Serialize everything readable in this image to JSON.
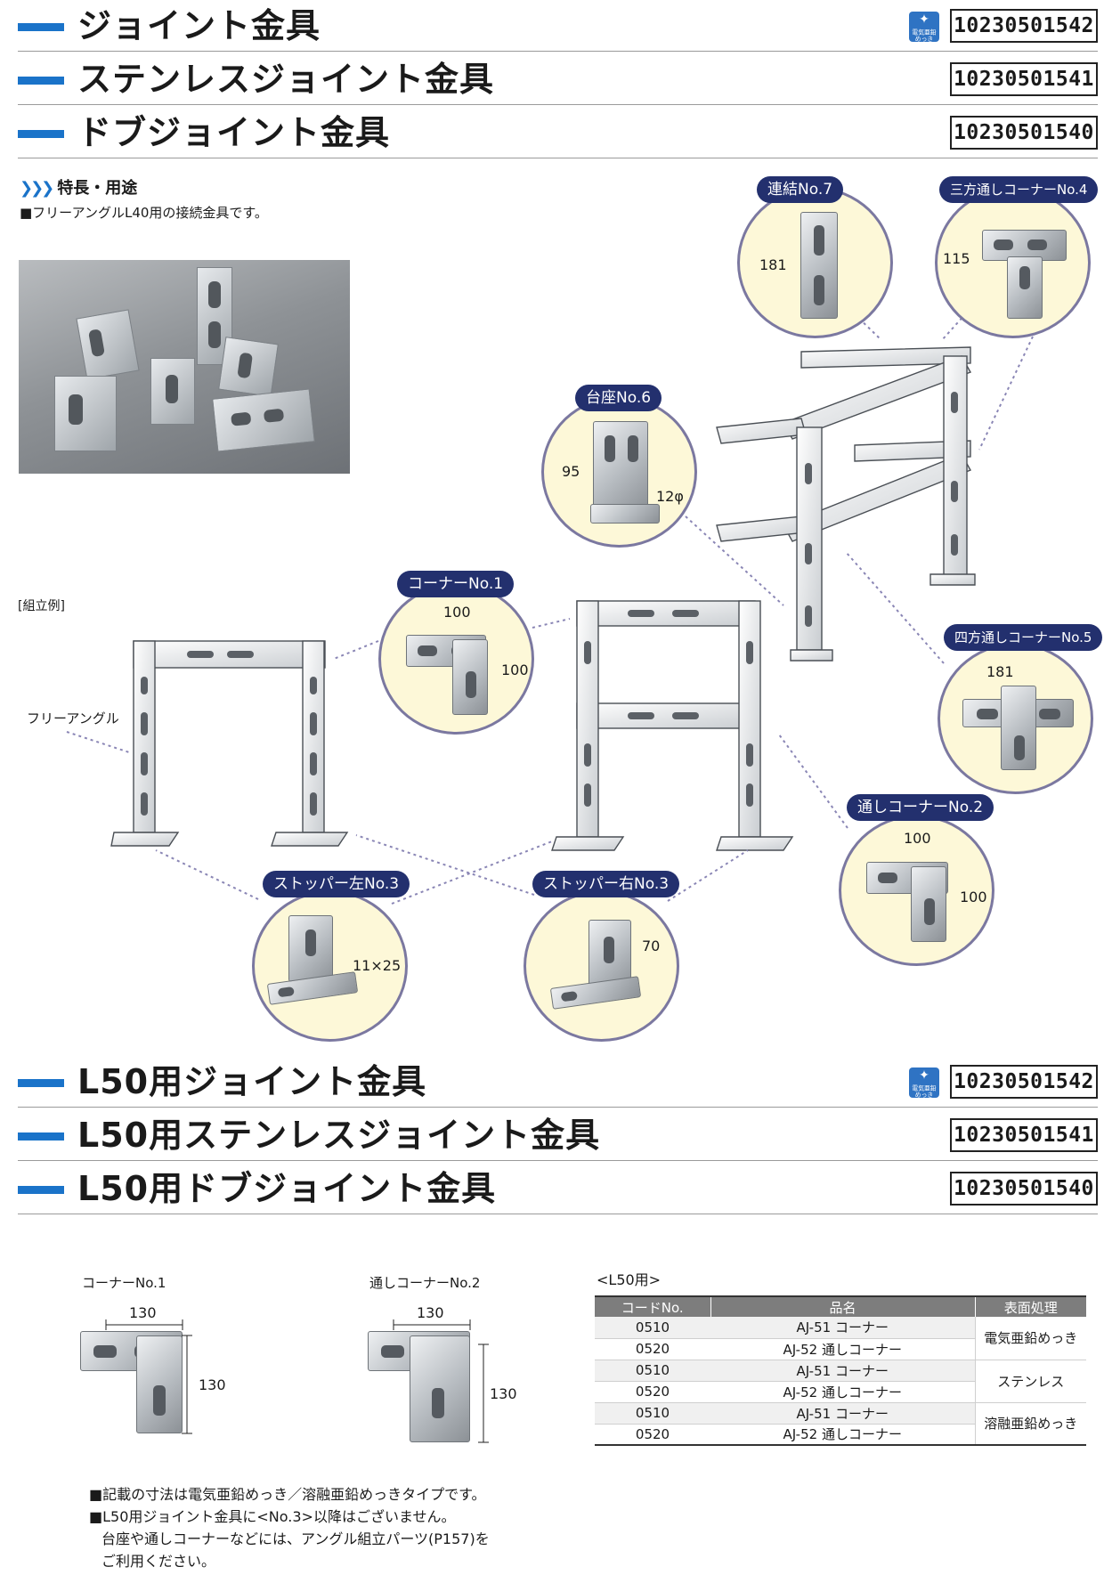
{
  "titles_top": [
    {
      "text": "ジョイント金具",
      "code": "10230501542",
      "badge": true
    },
    {
      "text": "ステンレスジョイント金具",
      "code": "10230501541",
      "badge": false
    },
    {
      "text": "ドブジョイント金具",
      "code": "10230501540",
      "badge": false
    }
  ],
  "badge_text": "電気亜鉛めっき",
  "features": {
    "heading": "特長・用途",
    "line": "■フリーアングルL40用の接続金具です。"
  },
  "assembly": {
    "label": "[組立例]",
    "free_angle": "フリーアングル"
  },
  "parts": {
    "renketsu": {
      "name": "連結No.7",
      "dim1": "181"
    },
    "sanpo": {
      "name": "三方通しコーナーNo.4",
      "dim1": "115"
    },
    "daiza": {
      "name": "台座No.6",
      "dim1": "95",
      "dim2": "12φ"
    },
    "corner": {
      "name": "コーナーNo.1",
      "dim1": "100",
      "dim2": "100"
    },
    "shiho": {
      "name": "四方通しコーナーNo.5",
      "dim1": "181"
    },
    "toshi": {
      "name": "通しコーナーNo.2",
      "dim1": "100",
      "dim2": "100"
    },
    "stopper_l": {
      "name": "ストッパー左No.3",
      "dim1": "11×25"
    },
    "stopper_r": {
      "name": "ストッパー右No.3",
      "dim1": "70"
    }
  },
  "titles_l50": [
    {
      "text": "L50用ジョイント金具",
      "code": "10230501542",
      "badge": true
    },
    {
      "text": "L50用ステンレスジョイント金具",
      "code": "10230501541",
      "badge": false
    },
    {
      "text": "L50用ドブジョイント金具",
      "code": "10230501540",
      "badge": false
    }
  ],
  "l50_parts": {
    "corner": {
      "name": "コーナーNo.1",
      "dim1": "130",
      "dim2": "130"
    },
    "toshi": {
      "name": "通しコーナーNo.2",
      "dim1": "130",
      "dim2": "130"
    }
  },
  "table": {
    "caption": "<L50用>",
    "headers": [
      "コードNo.",
      "品名",
      "表面処理"
    ],
    "rows": [
      {
        "code": "0510",
        "name": "AJ-51 コーナー"
      },
      {
        "code": "0520",
        "name": "AJ-52 通しコーナー"
      },
      {
        "code": "0510",
        "name": "AJ-51 コーナー"
      },
      {
        "code": "0520",
        "name": "AJ-52 通しコーナー"
      },
      {
        "code": "0510",
        "name": "AJ-51 コーナー"
      },
      {
        "code": "0520",
        "name": "AJ-52 通しコーナー"
      }
    ],
    "finishes": [
      "電気亜鉛めっき",
      "ステンレス",
      "溶融亜鉛めっき"
    ]
  },
  "notes": [
    "■記載の寸法は電気亜鉛めっき／溶融亜鉛めっきタイプです。",
    "■L50用ジョイント金具に<No.3>以降はございません。",
    "台座や通しコーナーなどには、アングル組立パーツ(P157)を",
    "ご利用ください。"
  ]
}
